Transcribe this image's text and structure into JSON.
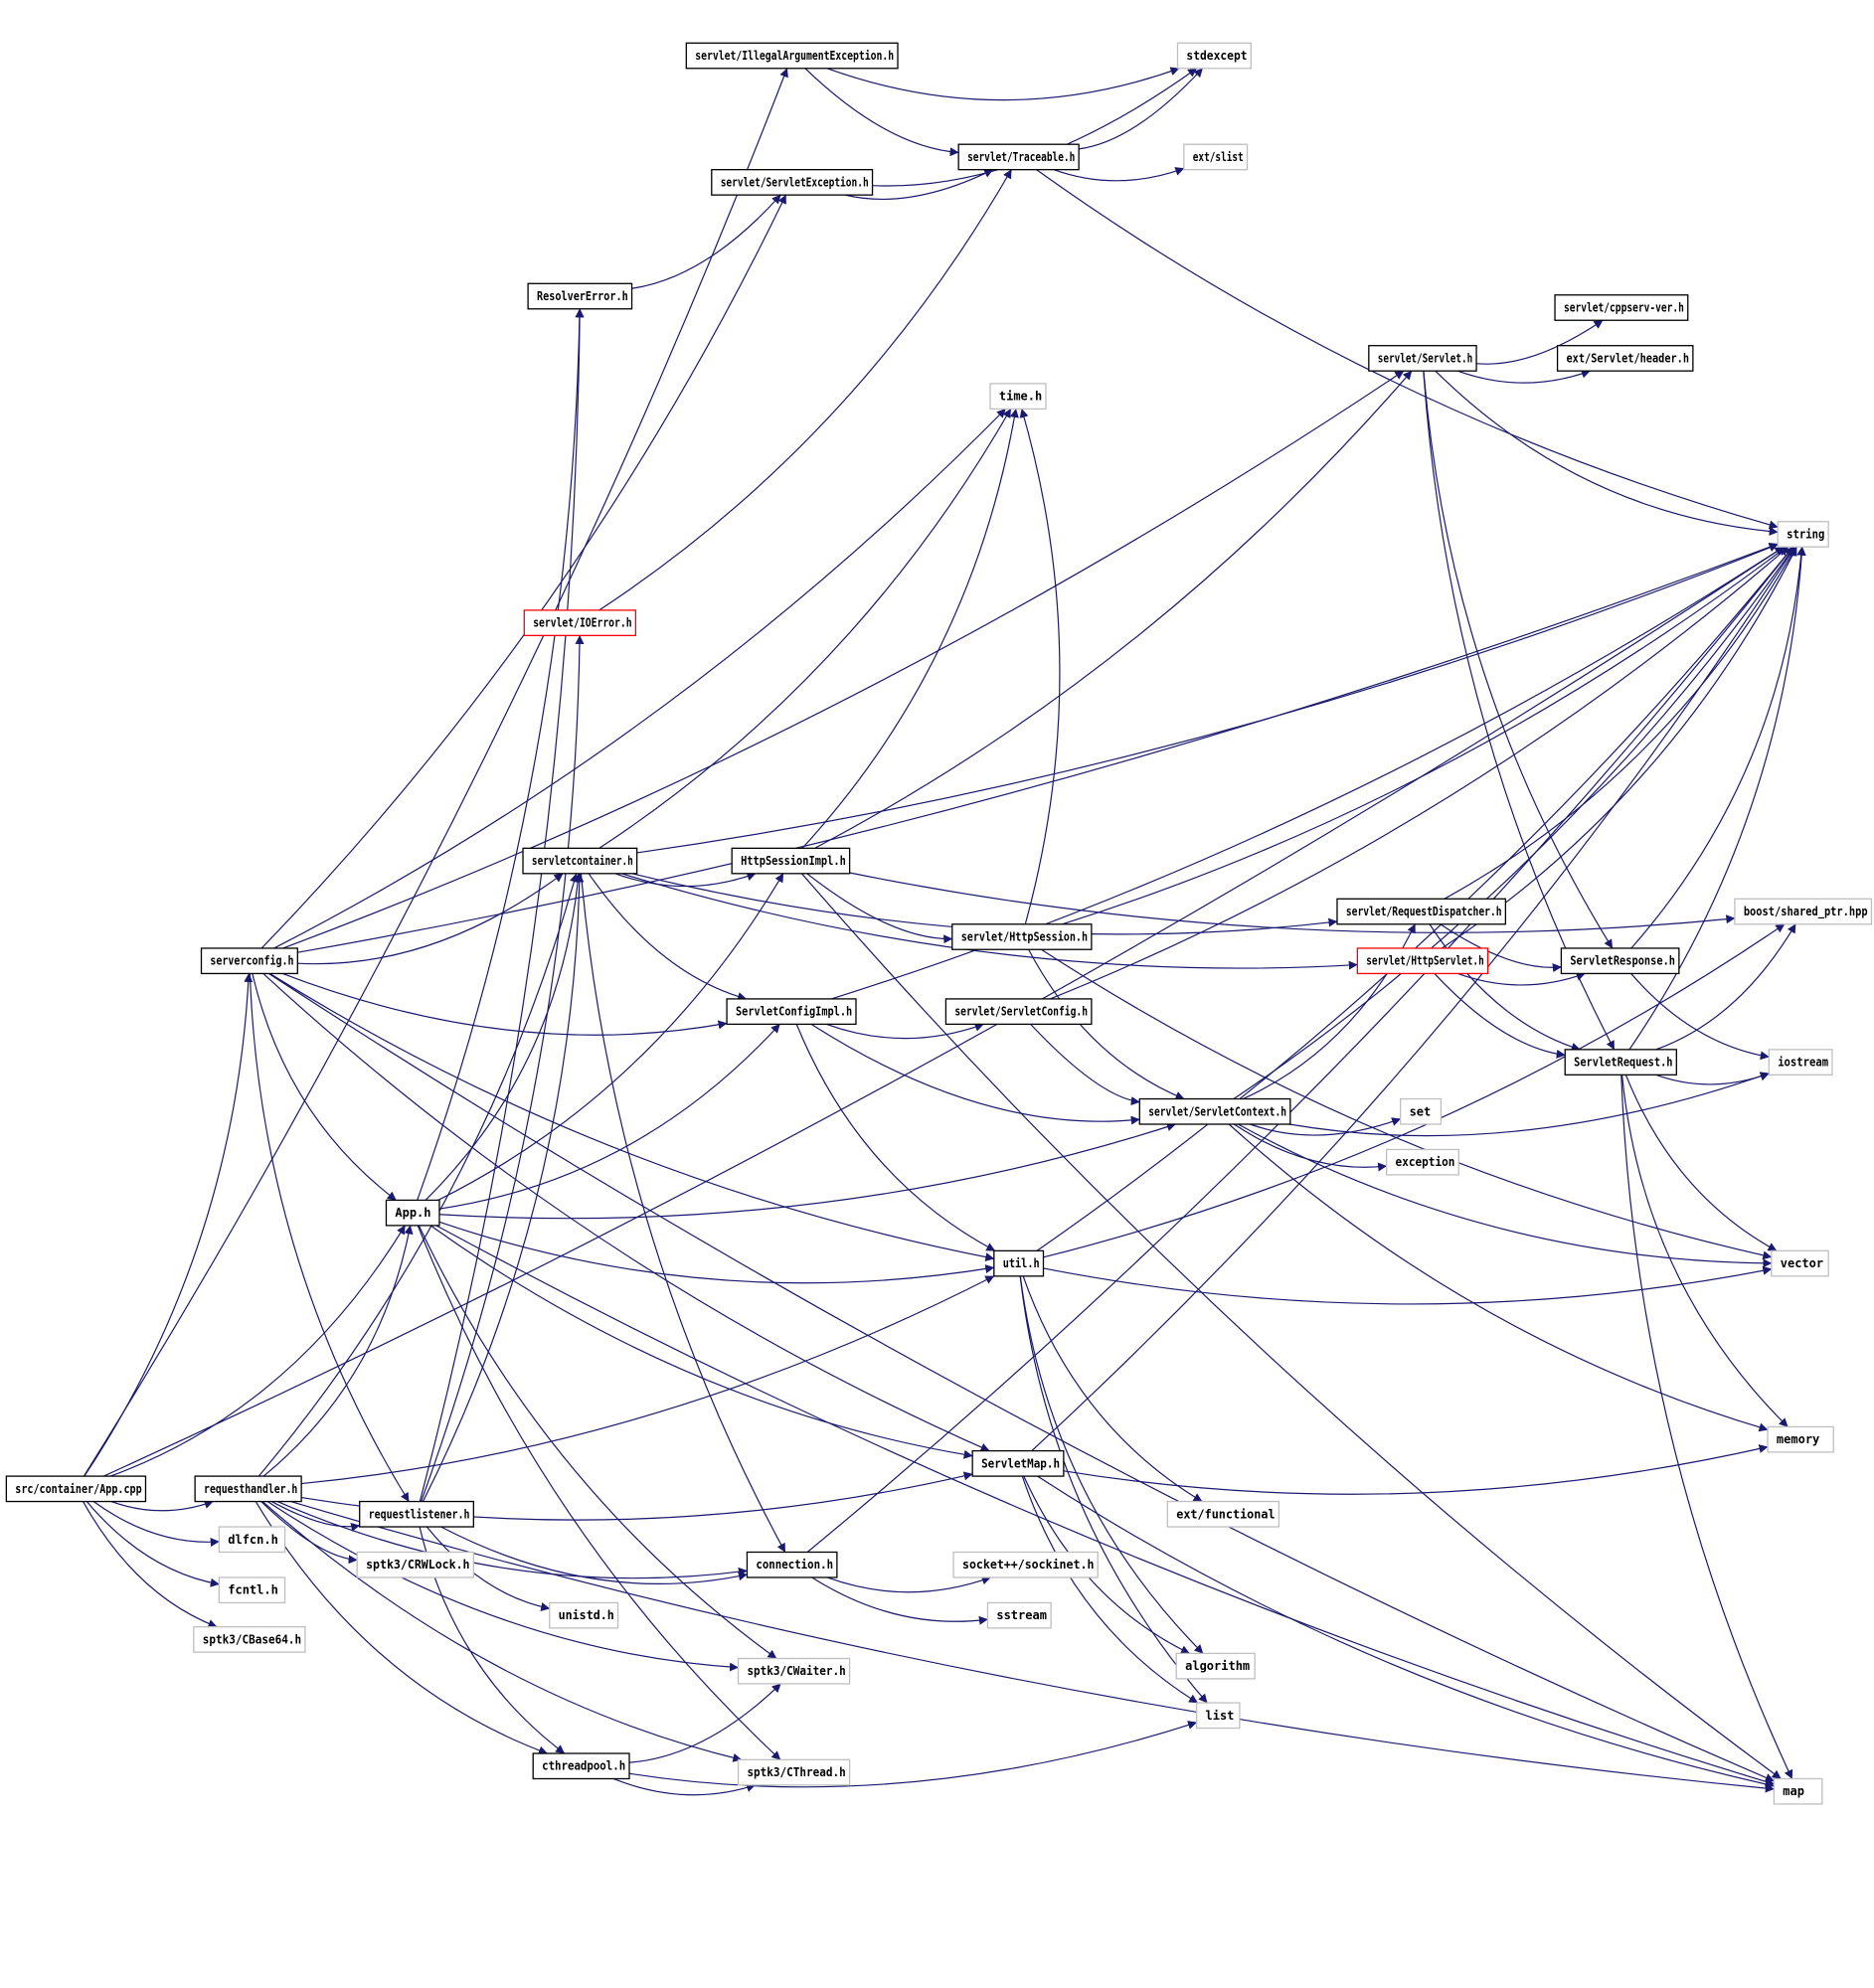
{
  "graph": {
    "colors": {
      "edge": "#191970",
      "node_border": "#000000",
      "missing_border": "#bfbfbf",
      "error_border": "#ff0000",
      "root_fill": "#bfbfbf"
    },
    "nodes": [
      {
        "id": "app_cpp",
        "label": "src/container/App.cpp",
        "style": "root"
      },
      {
        "id": "serverconfig",
        "label": "serverconfig.h",
        "style": "normal"
      },
      {
        "id": "requesthandler",
        "label": "requesthandler.h",
        "style": "normal"
      },
      {
        "id": "requestlistener",
        "label": "requestlistener.h",
        "style": "normal"
      },
      {
        "id": "app_h",
        "label": "App.h",
        "style": "normal"
      },
      {
        "id": "illegalarg",
        "label": "servlet/IllegalArgumentException.h",
        "style": "normal"
      },
      {
        "id": "servletexception",
        "label": "servlet/ServletException.h",
        "style": "normal"
      },
      {
        "id": "traceable",
        "label": "servlet/Traceable.h",
        "style": "normal"
      },
      {
        "id": "resolvererror",
        "label": "ResolverError.h",
        "style": "normal"
      },
      {
        "id": "ioerror",
        "label": "servlet/IOError.h",
        "style": "error"
      },
      {
        "id": "servletcontainer",
        "label": "servletcontainer.h",
        "style": "normal"
      },
      {
        "id": "httpsessionimpl",
        "label": "HttpSessionImpl.h",
        "style": "normal"
      },
      {
        "id": "servletconfigimpl",
        "label": "ServletConfigImpl.h",
        "style": "normal"
      },
      {
        "id": "httpsession",
        "label": "servlet/HttpSession.h",
        "style": "normal"
      },
      {
        "id": "servletconfig",
        "label": "servlet/ServletConfig.h",
        "style": "normal"
      },
      {
        "id": "servletcontext",
        "label": "servlet/ServletContext.h",
        "style": "normal"
      },
      {
        "id": "servlet",
        "label": "servlet/Servlet.h",
        "style": "normal"
      },
      {
        "id": "cppservver",
        "label": "servlet/cppserv-ver.h",
        "style": "normal"
      },
      {
        "id": "extheader",
        "label": "ext/Servlet/header.h",
        "style": "normal"
      },
      {
        "id": "requestdispatcher",
        "label": "servlet/RequestDispatcher.h",
        "style": "normal"
      },
      {
        "id": "httpservlet",
        "label": "servlet/HttpServlet.h",
        "style": "error"
      },
      {
        "id": "servletresponse",
        "label": "ServletResponse.h",
        "style": "normal"
      },
      {
        "id": "servletrequest",
        "label": "ServletRequest.h",
        "style": "normal"
      },
      {
        "id": "util",
        "label": "util.h",
        "style": "normal"
      },
      {
        "id": "servletmap",
        "label": "ServletMap.h",
        "style": "normal"
      },
      {
        "id": "connection",
        "label": "connection.h",
        "style": "normal"
      },
      {
        "id": "cthreadpool",
        "label": "cthreadpool.h",
        "style": "normal"
      },
      {
        "id": "stdexcept",
        "label": "stdexcept",
        "style": "missing"
      },
      {
        "id": "extslist",
        "label": "ext/slist",
        "style": "missing"
      },
      {
        "id": "time",
        "label": "time.h",
        "style": "missing"
      },
      {
        "id": "string",
        "label": "string",
        "style": "missing"
      },
      {
        "id": "sharedptr",
        "label": "boost/shared_ptr.hpp",
        "style": "missing"
      },
      {
        "id": "iostream",
        "label": "iostream",
        "style": "missing"
      },
      {
        "id": "set",
        "label": "set",
        "style": "missing"
      },
      {
        "id": "exception",
        "label": "exception",
        "style": "missing"
      },
      {
        "id": "vector",
        "label": "vector",
        "style": "missing"
      },
      {
        "id": "memory",
        "label": "memory",
        "style": "missing"
      },
      {
        "id": "extfunctional",
        "label": "ext/functional",
        "style": "missing"
      },
      {
        "id": "algorithm",
        "label": "algorithm",
        "style": "missing"
      },
      {
        "id": "list",
        "label": "list",
        "style": "missing"
      },
      {
        "id": "map",
        "label": "map",
        "style": "missing"
      },
      {
        "id": "dlfcn",
        "label": "dlfcn.h",
        "style": "missing"
      },
      {
        "id": "fcntl",
        "label": "fcntl.h",
        "style": "missing"
      },
      {
        "id": "cbase64",
        "label": "sptk3/CBase64.h",
        "style": "missing"
      },
      {
        "id": "crwlock",
        "label": "sptk3/CRWLock.h",
        "style": "missing"
      },
      {
        "id": "unistd",
        "label": "unistd.h",
        "style": "missing"
      },
      {
        "id": "sockinet",
        "label": "socket++/sockinet.h",
        "style": "missing"
      },
      {
        "id": "sstream",
        "label": "sstream",
        "style": "missing"
      },
      {
        "id": "cwaiter",
        "label": "sptk3/CWaiter.h",
        "style": "missing"
      },
      {
        "id": "cthread",
        "label": "sptk3/CThread.h",
        "style": "missing"
      }
    ],
    "edges": [
      [
        "app_cpp",
        "serverconfig"
      ],
      [
        "app_cpp",
        "requesthandler"
      ],
      [
        "app_cpp",
        "app_h"
      ],
      [
        "app_cpp",
        "dlfcn"
      ],
      [
        "app_cpp",
        "fcntl"
      ],
      [
        "app_cpp",
        "cbase64"
      ],
      [
        "app_cpp",
        "illegalarg"
      ],
      [
        "app_cpp",
        "string"
      ],
      [
        "serverconfig",
        "servletexception"
      ],
      [
        "serverconfig",
        "servlet"
      ],
      [
        "serverconfig",
        "time"
      ],
      [
        "serverconfig",
        "servletcontainer"
      ],
      [
        "serverconfig",
        "servletconfigimpl"
      ],
      [
        "serverconfig",
        "util"
      ],
      [
        "serverconfig",
        "requestlistener"
      ],
      [
        "serverconfig",
        "app_h"
      ],
      [
        "serverconfig",
        "servletmap"
      ],
      [
        "serverconfig",
        "map"
      ],
      [
        "serverconfig",
        "string"
      ],
      [
        "requesthandler",
        "servletcontainer"
      ],
      [
        "requesthandler",
        "app_h"
      ],
      [
        "requesthandler",
        "util"
      ],
      [
        "requesthandler",
        "servletmap"
      ],
      [
        "requesthandler",
        "requestlistener"
      ],
      [
        "requesthandler",
        "crwlock"
      ],
      [
        "requesthandler",
        "connection"
      ],
      [
        "requesthandler",
        "cwaiter"
      ],
      [
        "requesthandler",
        "cthreadpool"
      ],
      [
        "requesthandler",
        "cthread"
      ],
      [
        "requesthandler",
        "map"
      ],
      [
        "requestlistener",
        "resolvererror"
      ],
      [
        "requestlistener",
        "ioerror"
      ],
      [
        "requestlistener",
        "servletcontainer"
      ],
      [
        "requestlistener",
        "connection"
      ],
      [
        "requestlistener",
        "unistd"
      ],
      [
        "requestlistener",
        "cthreadpool"
      ],
      [
        "app_h",
        "resolvererror"
      ],
      [
        "app_h",
        "servletcontainer"
      ],
      [
        "app_h",
        "httpsessionimpl"
      ],
      [
        "app_h",
        "servletconfigimpl"
      ],
      [
        "app_h",
        "servletcontext"
      ],
      [
        "app_h",
        "util"
      ],
      [
        "app_h",
        "servletmap"
      ],
      [
        "app_h",
        "cwaiter"
      ],
      [
        "app_h",
        "cthread"
      ],
      [
        "app_h",
        "map"
      ],
      [
        "illegalarg",
        "stdexcept"
      ],
      [
        "illegalarg",
        "traceable"
      ],
      [
        "servletexception",
        "stdexcept"
      ],
      [
        "servletexception",
        "traceable"
      ],
      [
        "traceable",
        "stdexcept"
      ],
      [
        "traceable",
        "extslist"
      ],
      [
        "traceable",
        "string"
      ],
      [
        "resolvererror",
        "servletexception"
      ],
      [
        "ioerror",
        "traceable"
      ],
      [
        "servletcontainer",
        "httpsessionimpl"
      ],
      [
        "servletcontainer",
        "servletconfigimpl"
      ],
      [
        "servletcontainer",
        "connection"
      ],
      [
        "servletcontainer",
        "string"
      ],
      [
        "servletcontainer",
        "requestdispatcher"
      ],
      [
        "servletcontainer",
        "httpservlet"
      ],
      [
        "servletcontainer",
        "time"
      ],
      [
        "httpsessionimpl",
        "httpsession"
      ],
      [
        "httpsessionimpl",
        "time"
      ],
      [
        "httpsessionimpl",
        "sharedptr"
      ],
      [
        "httpsessionimpl",
        "map"
      ],
      [
        "httpsessionimpl",
        "servlet"
      ],
      [
        "servletconfigimpl",
        "servletconfig"
      ],
      [
        "servletconfigimpl",
        "servletcontext"
      ],
      [
        "servletconfigimpl",
        "util"
      ],
      [
        "servletconfigimpl",
        "string"
      ],
      [
        "httpsession",
        "servletcontext"
      ],
      [
        "httpsession",
        "string"
      ],
      [
        "httpsession",
        "vector"
      ],
      [
        "httpsession",
        "time"
      ],
      [
        "servletconfig",
        "servletcontext"
      ],
      [
        "servletconfig",
        "string"
      ],
      [
        "servletcontext",
        "set"
      ],
      [
        "servletcontext",
        "exception"
      ],
      [
        "servletcontext",
        "requestdispatcher"
      ],
      [
        "servletcontext",
        "string"
      ],
      [
        "servletcontext",
        "vector"
      ],
      [
        "servletcontext",
        "memory"
      ],
      [
        "servletcontext",
        "iostream"
      ],
      [
        "servlet",
        "cppservver"
      ],
      [
        "servlet",
        "extheader"
      ],
      [
        "servlet",
        "servletrequest"
      ],
      [
        "servlet",
        "servletresponse"
      ],
      [
        "servlet",
        "string"
      ],
      [
        "requestdispatcher",
        "servletresponse"
      ],
      [
        "requestdispatcher",
        "servletrequest"
      ],
      [
        "requestdispatcher",
        "string"
      ],
      [
        "httpservlet",
        "servletresponse"
      ],
      [
        "httpservlet",
        "servletrequest"
      ],
      [
        "httpservlet",
        "string"
      ],
      [
        "servletresponse",
        "iostream"
      ],
      [
        "servletresponse",
        "string"
      ],
      [
        "servletrequest",
        "iostream"
      ],
      [
        "servletrequest",
        "string"
      ],
      [
        "servletrequest",
        "vector"
      ],
      [
        "servletrequest",
        "map"
      ],
      [
        "servletrequest",
        "memory"
      ],
      [
        "servletrequest",
        "sharedptr"
      ],
      [
        "util",
        "extfunctional"
      ],
      [
        "util",
        "algorithm"
      ],
      [
        "util",
        "list"
      ],
      [
        "util",
        "vector"
      ],
      [
        "util",
        "string"
      ],
      [
        "util",
        "sharedptr"
      ],
      [
        "servletmap",
        "string"
      ],
      [
        "servletmap",
        "algorithm"
      ],
      [
        "servletmap",
        "list"
      ],
      [
        "servletmap",
        "map"
      ],
      [
        "servletmap",
        "memory"
      ],
      [
        "connection",
        "sockinet"
      ],
      [
        "connection",
        "sstream"
      ],
      [
        "connection",
        "string"
      ],
      [
        "cthreadpool",
        "cwaiter"
      ],
      [
        "cthreadpool",
        "cthread"
      ],
      [
        "cthreadpool",
        "list"
      ]
    ]
  }
}
